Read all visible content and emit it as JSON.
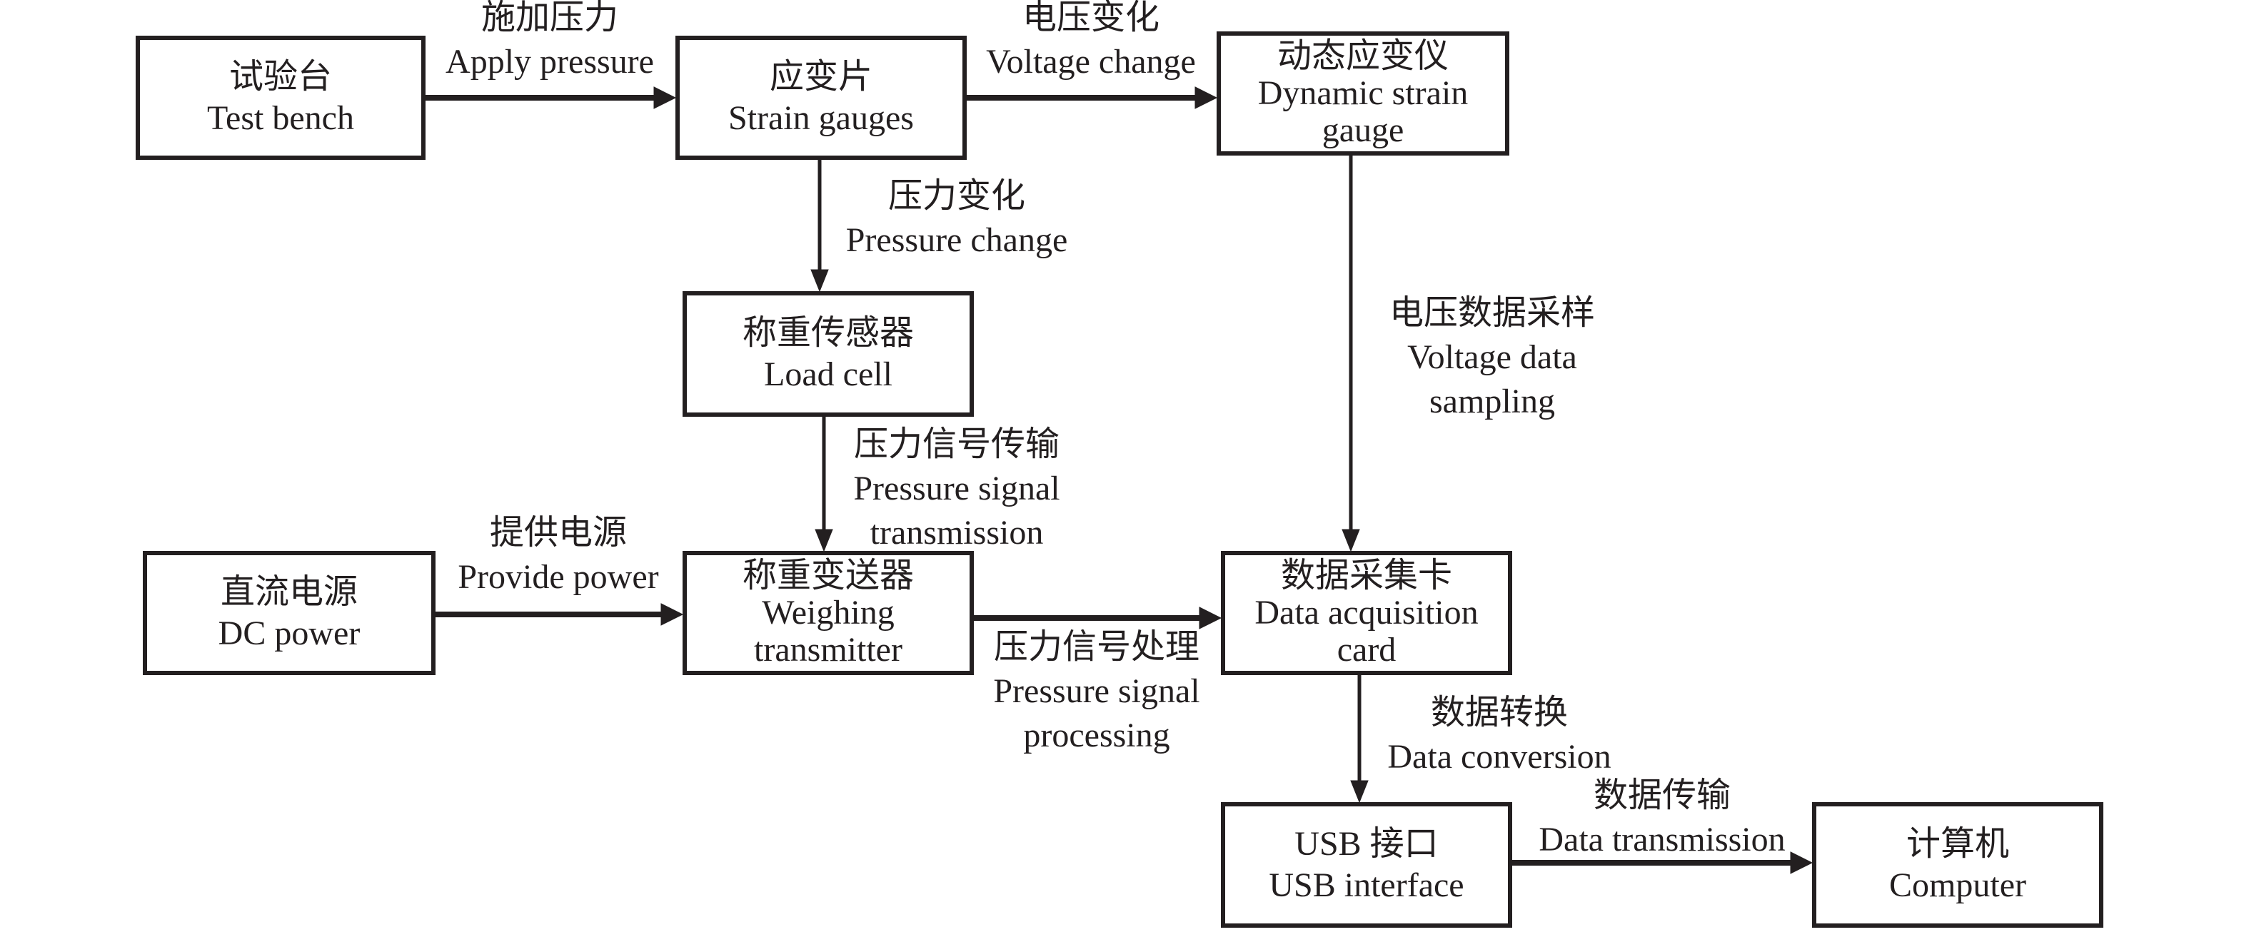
{
  "nodes": {
    "test_bench": {
      "zh": "试验台",
      "en": "Test bench"
    },
    "strain_gauges": {
      "zh": "应变片",
      "en": "Strain gauges"
    },
    "dynamic_strain_gauge": {
      "zh": "动态应变仪",
      "en": "Dynamic strain",
      "en2": "gauge"
    },
    "load_cell": {
      "zh": "称重传感器",
      "en": "Load cell"
    },
    "dc_power": {
      "zh": "直流电源",
      "en": "DC power"
    },
    "weighing_transmitter": {
      "zh": "称重变送器",
      "en": "Weighing",
      "en2": "transmitter"
    },
    "data_acquisition_card": {
      "zh": "数据采集卡",
      "en": "Data acquisition",
      "en2": "card"
    },
    "usb_interface": {
      "zh": "USB 接口",
      "en": "USB interface"
    },
    "computer": {
      "zh": "计算机",
      "en": "Computer"
    }
  },
  "edges": {
    "apply_pressure": {
      "zh": "施加压力",
      "en": "Apply pressure"
    },
    "voltage_change": {
      "zh": "电压变化",
      "en": "Voltage change"
    },
    "pressure_change": {
      "zh": "压力变化",
      "en": "Pressure change"
    },
    "voltage_sampling": {
      "zh": "电压数据采样",
      "en": "Voltage data",
      "en2": "sampling"
    },
    "pressure_signal_transmission": {
      "zh": "压力信号传输",
      "en": "Pressure signal",
      "en2": "transmission"
    },
    "provide_power": {
      "zh": "提供电源",
      "en": "Provide power"
    },
    "pressure_signal_processing": {
      "zh": "压力信号处理",
      "en": "Pressure signal",
      "en2": "processing"
    },
    "data_conversion": {
      "zh": "数据转换",
      "en": "Data conversion"
    },
    "data_transmission": {
      "zh": "数据传输",
      "en": "Data transmission"
    }
  }
}
